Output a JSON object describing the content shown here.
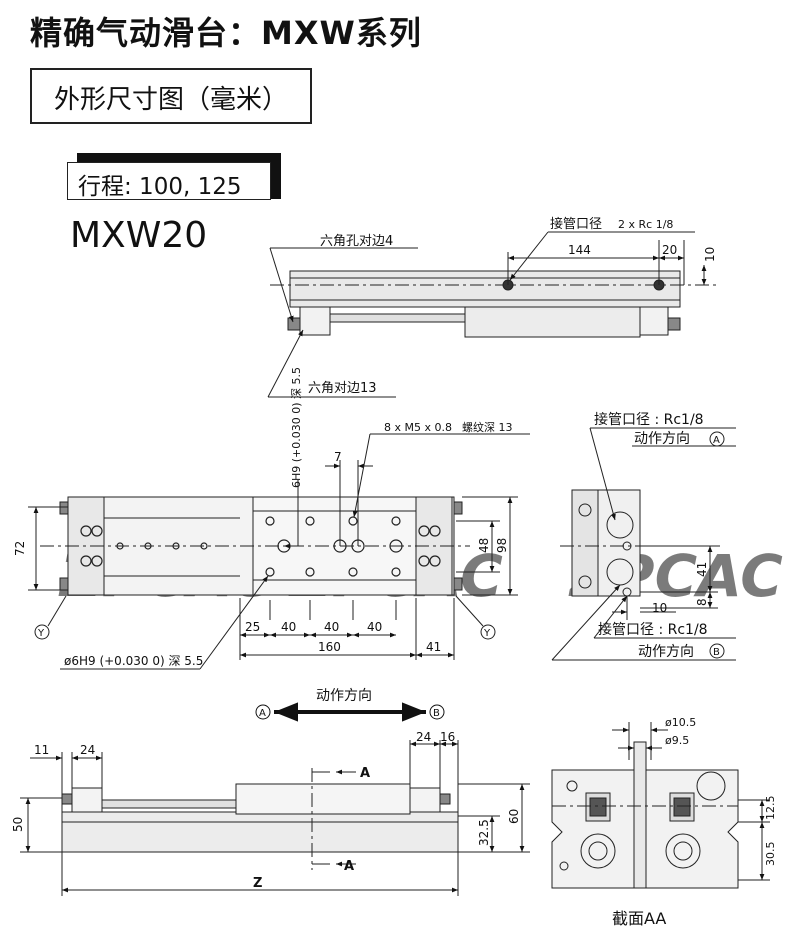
{
  "header": {
    "title": "精确气动滑台：MXW系列",
    "section": "外形尺寸图（毫米）",
    "stroke": "行程: 100, 125",
    "model": "MXW20"
  },
  "top_view": {
    "hex_hole": "六角孔对边4",
    "hex_flat": "六角对边13",
    "port": "接管口径",
    "port_spec": "2 x Rc 1/8",
    "dims": [
      "144",
      "20",
      "10"
    ]
  },
  "plan_view": {
    "tapped": "8 x M5 x 0.8",
    "tapped_suffix": "螺纹深 13",
    "pin_hole_vert": "6H9 (+0.030 0) 深 5.5",
    "pin_hole_bottom": "ø6H9 (+0.030 0) 深 5.5",
    "dims": {
      "d7": "7",
      "d72": "72",
      "d48": "48",
      "d98": "98",
      "d25": "25",
      "d40a": "40",
      "d40b": "40",
      "d40c": "40",
      "d160": "160",
      "d41": "41"
    },
    "marker": "Y"
  },
  "end_view": {
    "port_a": "接管口径 : Rc1/8",
    "dir_a": "动作方向",
    "marker_a": "A",
    "port_b": "接管口径 : Rc1/8",
    "dir_b": "动作方向",
    "marker_b": "B",
    "dims": {
      "d41": "41",
      "d8": "8",
      "d10": "10"
    }
  },
  "side_view": {
    "direction": "动作方向",
    "marker_a": "A",
    "marker_b": "B",
    "dims": {
      "d11": "11",
      "d24": "24",
      "d24b": "24",
      "d16": "16",
      "d50": "50",
      "d32_5": "32.5",
      "d60": "60",
      "z": "Z"
    },
    "section_mark": "A"
  },
  "section_view": {
    "caption": "截面AA",
    "dims": {
      "d10_5": "ø10.5",
      "d9_5": "ø9.5",
      "d12_5": "12.5",
      "d30_5": "30.5"
    }
  },
  "watermark": "ZPCAC"
}
